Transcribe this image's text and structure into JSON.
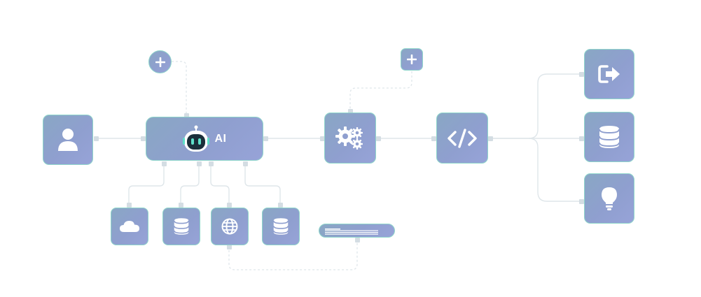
{
  "diagram": {
    "accent_border": "#8fd6cb",
    "node_fill": "#8fa2cf",
    "edge_color": "#dfe6ea",
    "ai_node": {
      "label": "AI"
    },
    "nodes": [
      {
        "id": "user",
        "icon": "user-icon"
      },
      {
        "id": "ai",
        "icon": "robot-icon"
      },
      {
        "id": "add-top-left",
        "icon": "plus-icon"
      },
      {
        "id": "settings",
        "icon": "gears-icon"
      },
      {
        "id": "add-top-right",
        "icon": "plus-icon"
      },
      {
        "id": "code",
        "icon": "code-icon"
      },
      {
        "id": "exit",
        "icon": "sign-out-icon"
      },
      {
        "id": "db-right",
        "icon": "database-icon"
      },
      {
        "id": "idea",
        "icon": "lightbulb-icon"
      },
      {
        "id": "cloud",
        "icon": "cloud-icon"
      },
      {
        "id": "db-1",
        "icon": "database-icon"
      },
      {
        "id": "web",
        "icon": "globe-icon"
      },
      {
        "id": "db-2",
        "icon": "database-icon"
      },
      {
        "id": "text-bar",
        "icon": "text-lines-icon"
      }
    ]
  }
}
